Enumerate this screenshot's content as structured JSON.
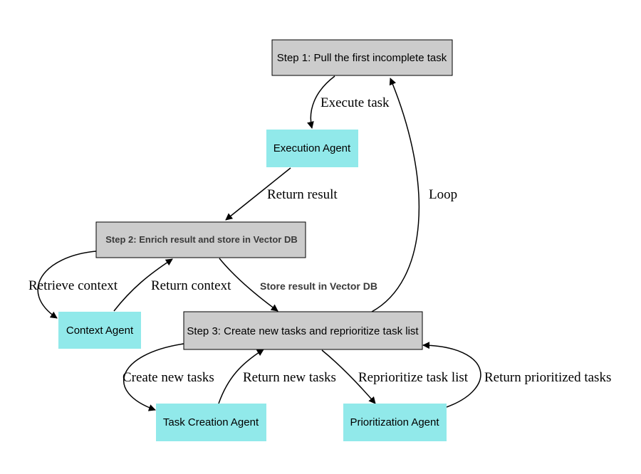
{
  "colors": {
    "step_fill": "#cccccc",
    "agent_fill": "#91e9ea",
    "edge": "#000000"
  },
  "nodes": {
    "step1": "Step 1: Pull the first incomplete task",
    "execution_agent": "Execution Agent",
    "step2": "Step 2: Enrich result and store in Vector DB",
    "context_agent": "Context Agent",
    "step3": "Step 3: Create new tasks and reprioritize task list",
    "task_creation_agent": "Task Creation Agent",
    "prioritization_agent": "Prioritization Agent"
  },
  "edges": {
    "execute_task": "Execute task",
    "return_result": "Return result",
    "loop": "Loop",
    "retrieve_context": "Retrieve context",
    "return_context": "Return context",
    "store_result": "Store result in Vector DB",
    "create_new_tasks": "Create new tasks",
    "return_new_tasks": "Return new tasks",
    "reprioritize_task_list": "Reprioritize task list",
    "return_prioritized_tasks": "Return prioritized tasks"
  }
}
